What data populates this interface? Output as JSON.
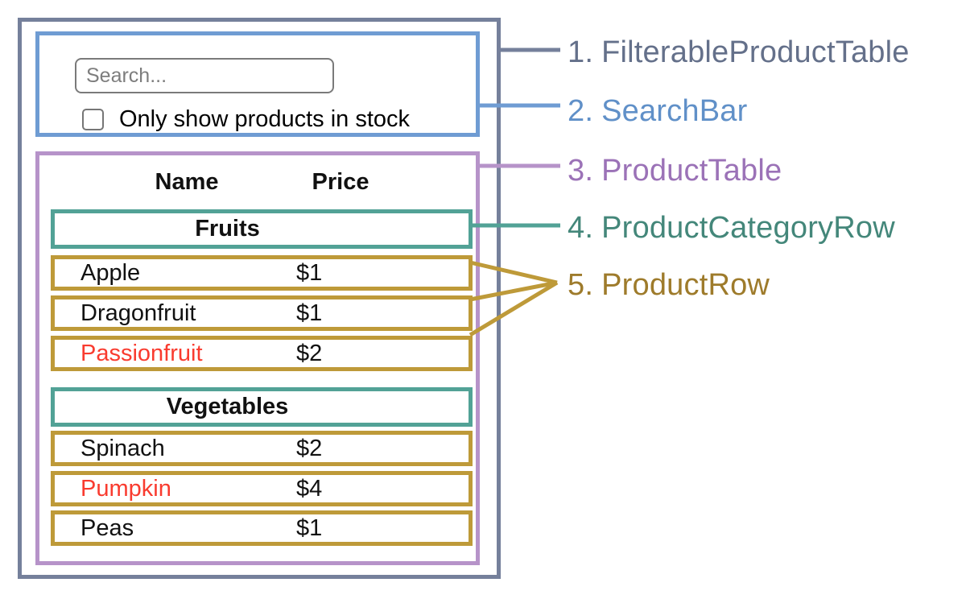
{
  "colors": {
    "filterable_product_table_border": "#75809B",
    "filterable_product_table_label": "#64708A",
    "search_bar_border": "#6F9CD3",
    "search_bar_label": "#6090C8",
    "product_table_border": "#B693C9",
    "product_table_label": "#9B72B7",
    "product_category_row_border": "#52A296",
    "product_category_row_label": "#44877A",
    "product_row_border": "#BE9A39",
    "product_row_label": "#9E7B2B",
    "out_of_stock_text": "#F93B2F"
  },
  "search_bar": {
    "placeholder": "Search...",
    "checkbox_label": "Only show products in stock",
    "checkbox_checked": false
  },
  "product_table": {
    "headers": {
      "name": "Name",
      "price": "Price"
    },
    "categories": [
      {
        "label": "Fruits",
        "rows": [
          {
            "name": "Apple",
            "price": "$1",
            "out_of_stock": false
          },
          {
            "name": "Dragonfruit",
            "price": "$1",
            "out_of_stock": false
          },
          {
            "name": "Passionfruit",
            "price": "$2",
            "out_of_stock": true
          }
        ]
      },
      {
        "label": "Vegetables",
        "rows": [
          {
            "name": "Spinach",
            "price": "$2",
            "out_of_stock": false
          },
          {
            "name": "Pumpkin",
            "price": "$4",
            "out_of_stock": true
          },
          {
            "name": "Peas",
            "price": "$1",
            "out_of_stock": false
          }
        ]
      }
    ]
  },
  "legend": {
    "items": [
      {
        "number": "1.",
        "name": "FilterableProductTable"
      },
      {
        "number": "2.",
        "name": "SearchBar"
      },
      {
        "number": "3.",
        "name": "ProductTable"
      },
      {
        "number": "4.",
        "name": "ProductCategoryRow"
      },
      {
        "number": "5.",
        "name": "ProductRow"
      }
    ]
  }
}
